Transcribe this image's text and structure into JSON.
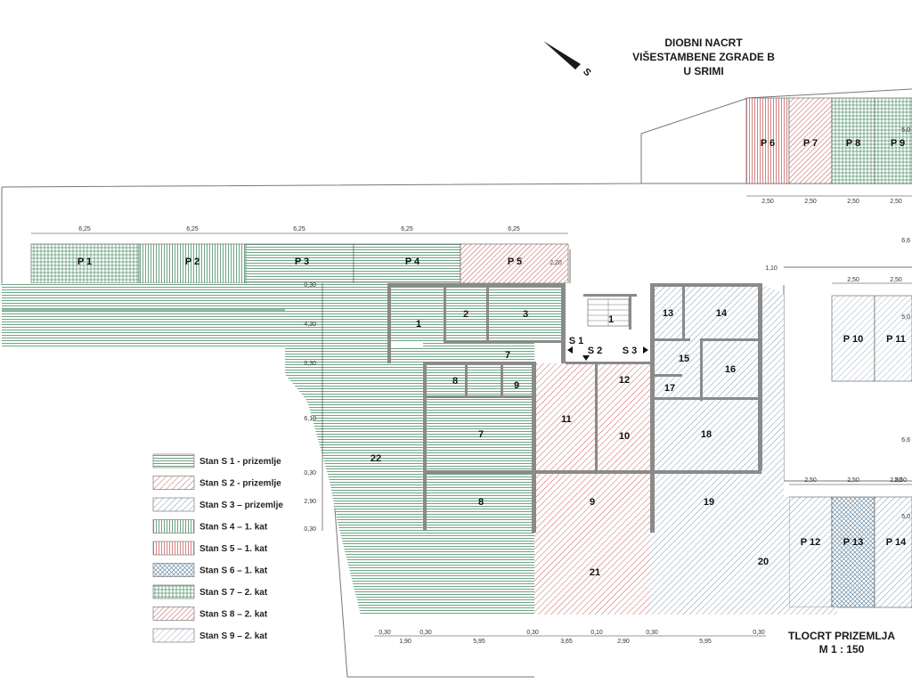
{
  "title": {
    "line1": "DIOBNI NACRT",
    "line2": "VIŠESTAMBENE ZGRADE B",
    "line3": "U SRIMI"
  },
  "north_label": "S",
  "plan_title": {
    "line1": "TLOCRT PRIZEMLJA",
    "line2": "M 1 : 150"
  },
  "colors": {
    "s1": "#2f7d4f",
    "s2": "#c0504d",
    "s3": "#6f8fa8",
    "s4": "#2f7d4f",
    "s5": "#c0504d",
    "s6": "#6f8fa8",
    "s7": "#2f7d4f",
    "s8": "#c0504d",
    "s9": "#6f8fa8",
    "wall": "#8a8a8a"
  },
  "legend": [
    {
      "label": "Stan S 1 - prizemlje",
      "pattern": "s1"
    },
    {
      "label": "Stan S 2 - prizemlje",
      "pattern": "s2"
    },
    {
      "label": "Stan S 3 – prizemlje",
      "pattern": "s3"
    },
    {
      "label": "Stan S 4 – 1. kat",
      "pattern": "s4"
    },
    {
      "label": "Stan S 5 – 1. kat",
      "pattern": "s5"
    },
    {
      "label": "Stan S 6 – 1. kat",
      "pattern": "s6"
    },
    {
      "label": "Stan S 7 – 2. kat",
      "pattern": "s7"
    },
    {
      "label": "Stan S 8 – 2. kat",
      "pattern": "s8"
    },
    {
      "label": "Stan S 9 – 2. kat",
      "pattern": "s9"
    }
  ],
  "parking_labels": {
    "p1": "P 1",
    "p2": "P 2",
    "p3": "P 3",
    "p4": "P 4",
    "p5": "P 5",
    "p6": "P 6",
    "p7": "P 7",
    "p8": "P 8",
    "p9": "P 9",
    "p10": "P 10",
    "p11": "P 11",
    "p12": "P 12",
    "p13": "P 13",
    "p14": "P 14"
  },
  "room_labels": {
    "r1a": "1",
    "r2": "2",
    "r3": "3",
    "r7a": "7",
    "r8a": "8",
    "r9a": "9",
    "r7b": "7",
    "r8b": "8",
    "r22": "22",
    "r1b": "1",
    "r11": "11",
    "r12": "12",
    "r10": "10",
    "r9b": "9",
    "r21": "21",
    "r13": "13",
    "r14": "14",
    "r15": "15",
    "r16": "16",
    "r17": "17",
    "r18": "18",
    "r19": "19",
    "r20": "20"
  },
  "stair_labels": {
    "s1": "S 1",
    "s2": "S 2",
    "s3": "S 3"
  },
  "dims": {
    "top": [
      "6,25",
      "6,25",
      "6,25",
      "6,25",
      "6,25"
    ],
    "p5_side": "2,20",
    "right_top": "1,10",
    "left_side": [
      "0,30",
      "4,30",
      "0,30",
      "6,10",
      "0,30",
      "2,90",
      "0,30"
    ],
    "parking_top": [
      "2,50",
      "2,50",
      "2,50",
      "2,50"
    ],
    "parking_mid": [
      "2,50",
      "2,50"
    ],
    "parking_low": [
      "2,50",
      "2,50",
      "2,50",
      "2,50"
    ],
    "right_edge": [
      "5,0",
      "6,6",
      "5,0",
      "6,6",
      "5,0"
    ],
    "bottom": [
      "0,30",
      "1,90",
      "0,30",
      "5,95",
      "0,30",
      "3,65",
      "0,10",
      "2,90",
      "0,30",
      "5,95",
      "0,30"
    ]
  }
}
